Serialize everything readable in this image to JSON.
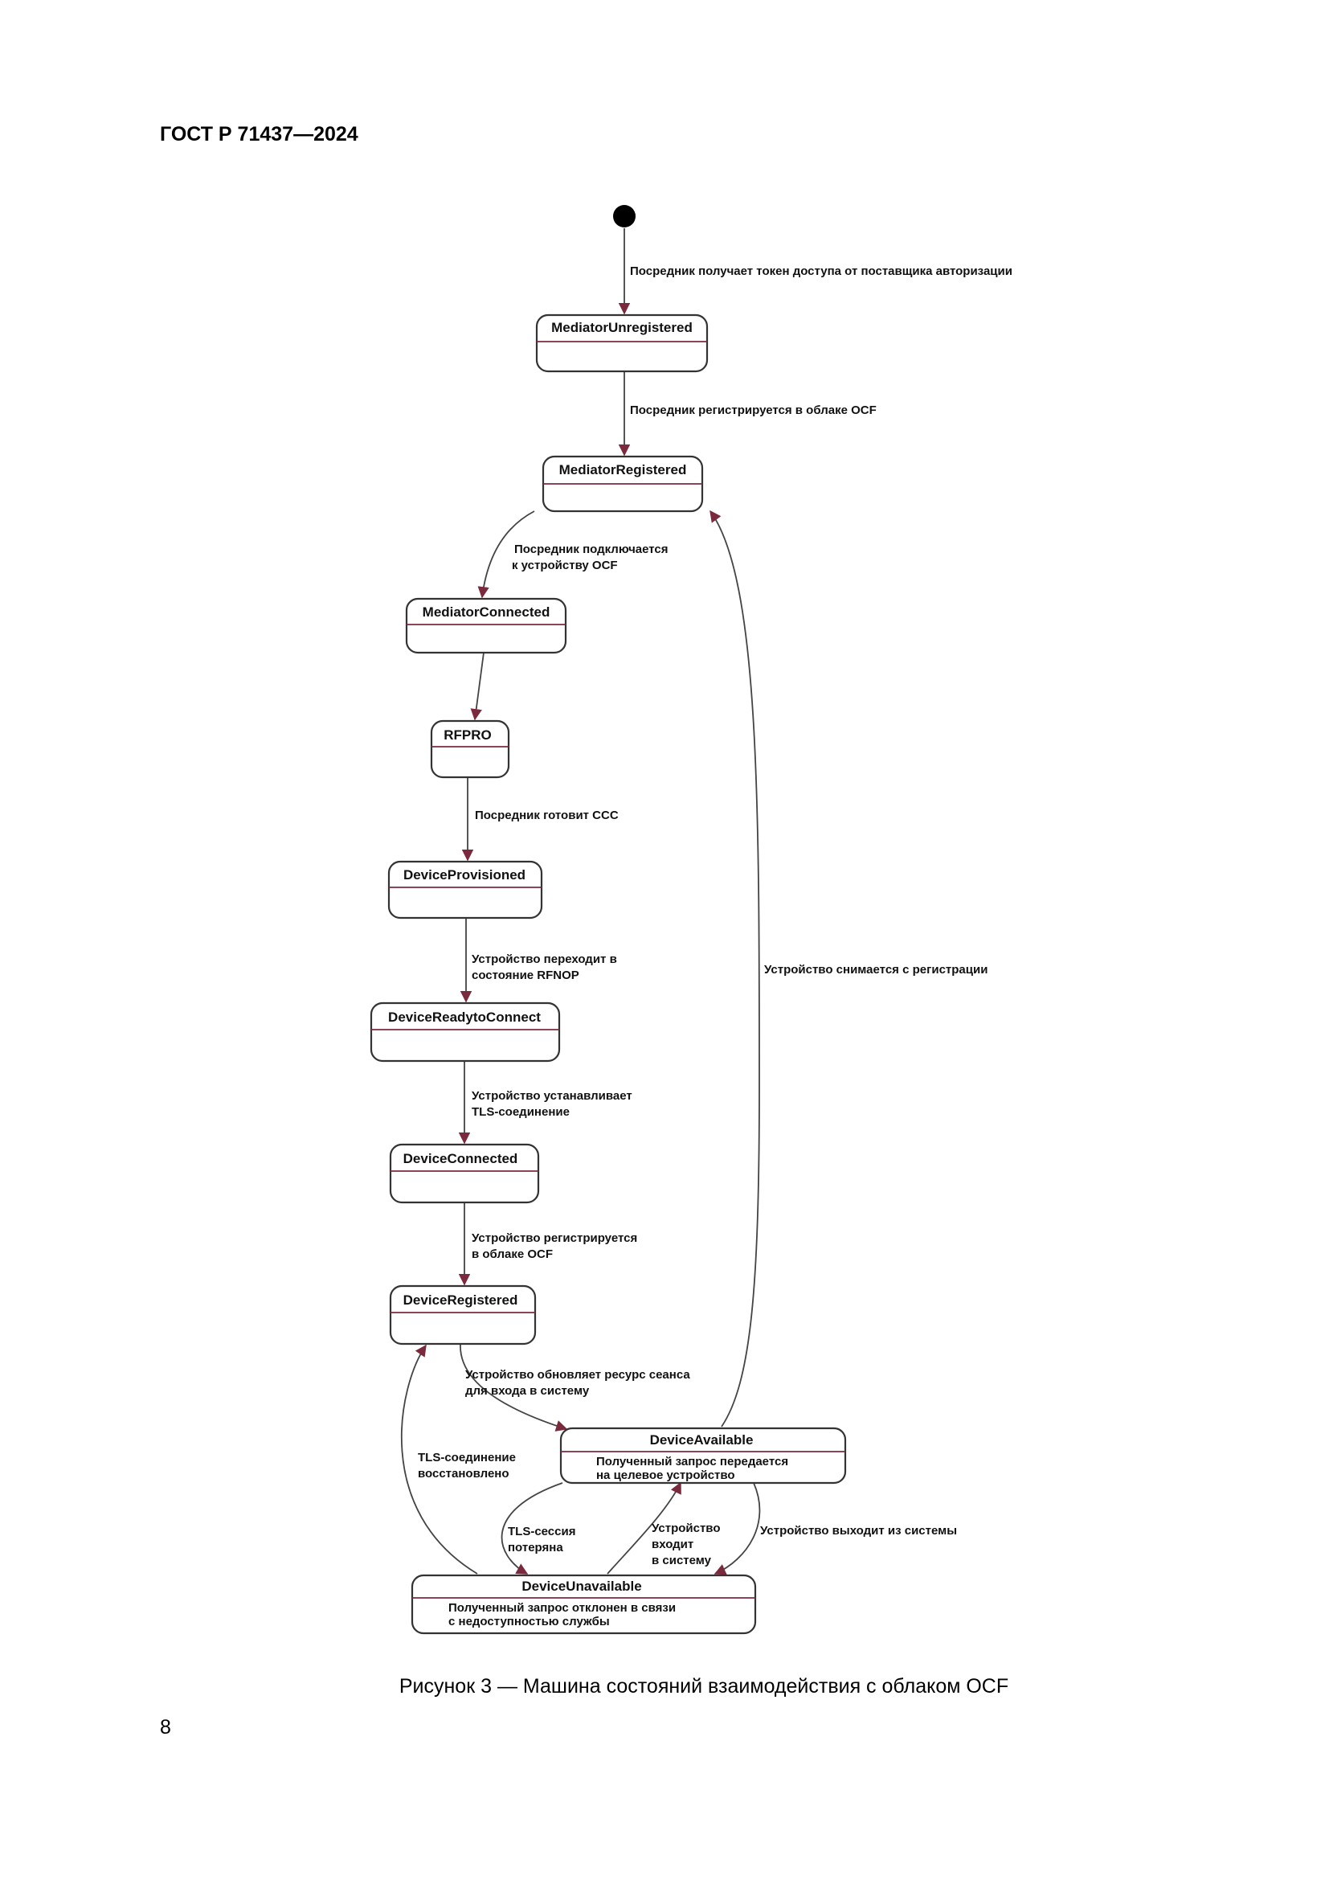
{
  "document": {
    "header": "ГОСТ Р 71437—2024",
    "caption": "Рисунок 3 — Машина состояний взаимодействия с облаком OCF",
    "page_number": "8"
  },
  "diagram": {
    "states": {
      "mediator_unregistered": {
        "name": "MediatorUnregistered"
      },
      "mediator_registered": {
        "name": "MediatorRegistered"
      },
      "mediator_connected": {
        "name": "MediatorConnected"
      },
      "rfpro": {
        "name": "RFPRO"
      },
      "device_provisioned": {
        "name": "DeviceProvisioned"
      },
      "device_ready_to_connect": {
        "name": "DeviceReadytoConnect"
      },
      "device_connected": {
        "name": "DeviceConnected"
      },
      "device_registered": {
        "name": "DeviceRegistered"
      },
      "device_available": {
        "name": "DeviceAvailable",
        "action_line1": "Полученный запрос передается",
        "action_line2": "на целевое устройство"
      },
      "device_unavailable": {
        "name": "DeviceUnavailable",
        "action_line1": "Полученный запрос отклонен в связи",
        "action_line2": "с недоступностью службы"
      }
    },
    "transitions": {
      "t1": {
        "line1": "Посредник получает токен доступа  от поставщика авторизации"
      },
      "t2": {
        "line1": "Посредник регистрируется в облаке OCF"
      },
      "t3": {
        "line1": "Посредник подключается",
        "line2": "к  устройству OCF"
      },
      "t5": {
        "line1": "Посредник готовит CCC"
      },
      "t6": {
        "line1": "Устройство переходит в",
        "line2": "состояние RFNOP"
      },
      "t7": {
        "line1": "Устройство устанавливает",
        "line2": "TLS-соединение"
      },
      "t8": {
        "line1": "Устройство регистрируется",
        "line2": "в облаке OCF"
      },
      "t9": {
        "line1": "Устройство обновляет ресурс сеанса",
        "line2": "для входа в систему"
      },
      "t10": {
        "line1": "Устройство снимается с регистрации"
      },
      "t11": {
        "line1": "TLS-соединение",
        "line2": "восстановлено"
      },
      "t12": {
        "line1": "TLS-сессия",
        "line2": "потеряна"
      },
      "t13": {
        "line1": "Устройство",
        "line2": "входит",
        "line3": "в систему"
      },
      "t14": {
        "line1": "Устройство выходит из системы"
      }
    }
  },
  "colors": {
    "border": "#333333",
    "divider": "#7b2a3e",
    "arrowhead": "#7b2a3e",
    "line": "#444444"
  }
}
